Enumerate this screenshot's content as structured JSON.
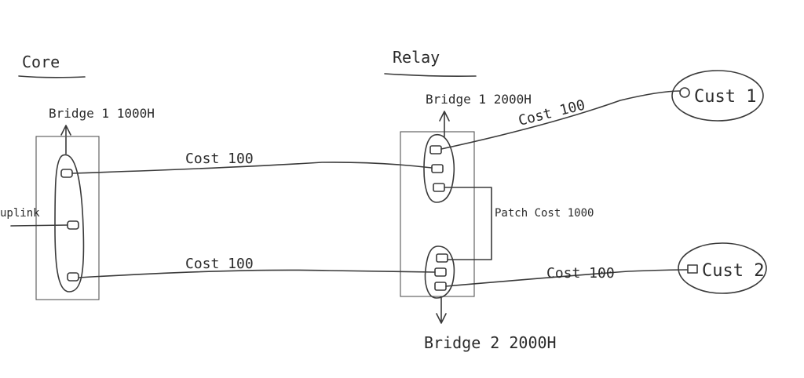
{
  "colors": {
    "ink": "#3a3a3a",
    "paper": "#ffffff"
  },
  "sections": {
    "core": "Core",
    "relay": "Relay"
  },
  "nodes": {
    "core_bridge": "Bridge 1  1000H",
    "relay_bridge1": "Bridge 1 2000H",
    "relay_bridge2": "Bridge 2 2000H",
    "cust1": "Cust 1",
    "cust2": "Cust 2",
    "uplink": "uplink"
  },
  "links": {
    "core_relay_top": "Cost 100",
    "core_relay_bottom": "Cost 100",
    "relay_cust1": "Cost 100",
    "relay_cust2": "Cost 100",
    "patch": "Patch Cost 1000"
  }
}
